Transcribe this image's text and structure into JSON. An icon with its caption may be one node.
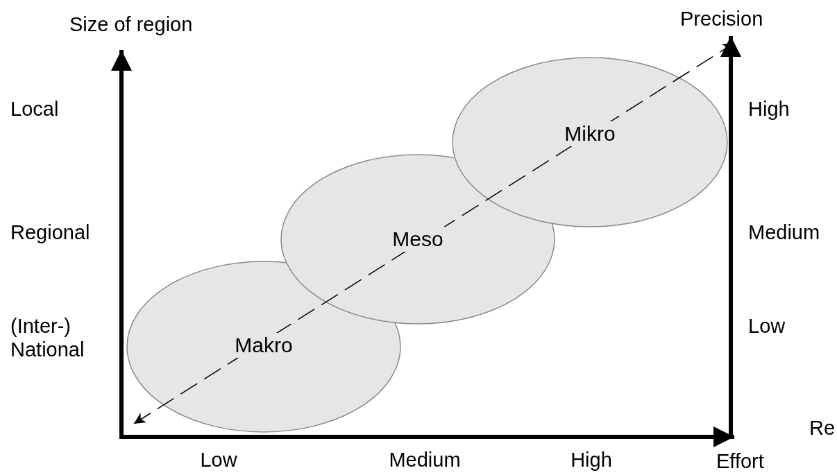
{
  "diagram": {
    "nodes": [
      {
        "text": [
          "Mikro"
        ]
      },
      {
        "text": [
          "Meso"
        ]
      },
      {
        "text": [
          "Makro"
        ]
      }
    ],
    "labels": [
      "Size of region",
      "Precision",
      "Local",
      "High",
      "Regional",
      "Medium",
      "(Inter-) National",
      "Low",
      "Re",
      "Low",
      "Medium",
      "High",
      "Effort"
    ]
  }
}
